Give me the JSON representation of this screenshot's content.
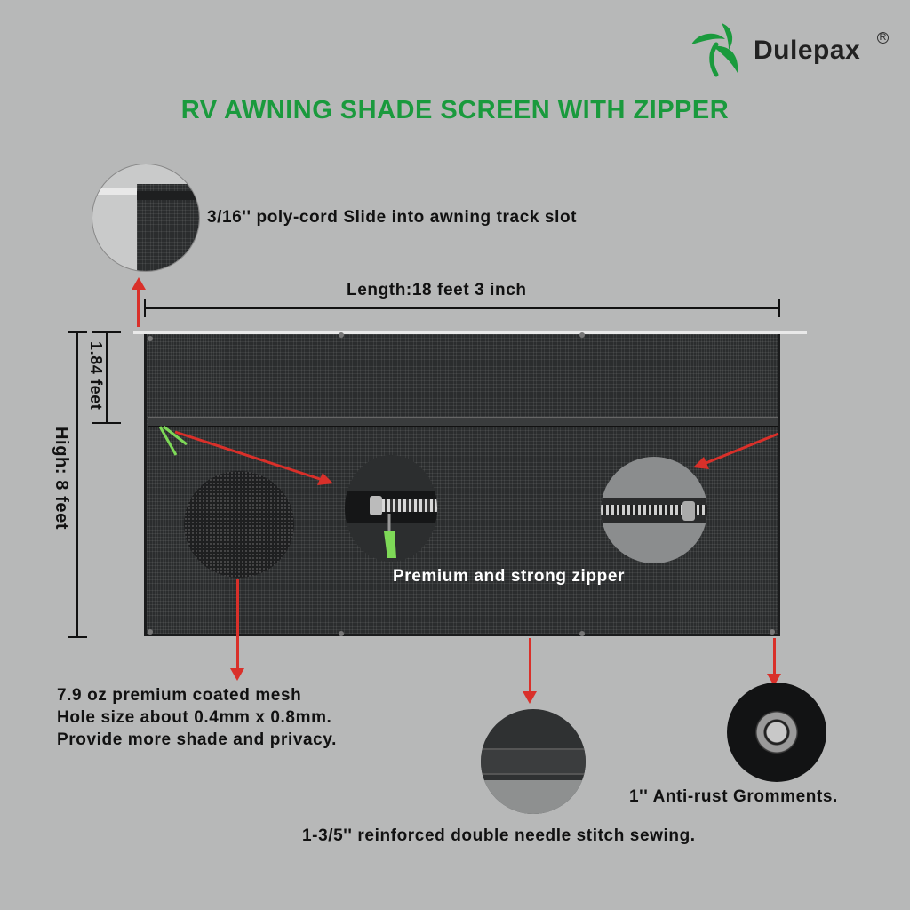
{
  "brand": {
    "name": "Dulepax",
    "reg": "R",
    "logo_icon": "leaf-logo-icon"
  },
  "title": "RV AWNING SHADE SCREEN WITH ZIPPER",
  "dimensions": {
    "length": "Length:18 feet 3 inch",
    "high": "High: 8 feet",
    "top_section": "1.84 feet"
  },
  "callouts": {
    "polycord": "3/16'' poly-cord Slide into awning track slot",
    "zipper": "Premium and strong zipper",
    "mesh_line1": "7.9 oz premium coated mesh",
    "mesh_line2": "Hole size about 0.4mm x 0.8mm.",
    "mesh_line3": "Provide more shade and privacy.",
    "grommets": "1''  Anti-rust Gromments.",
    "stitch": "1-3/5''  reinforced double needle stitch sewing."
  },
  "colors": {
    "title_green": "#1a9a3d",
    "arrow_red": "#d9302a",
    "background": "#b7b8b8",
    "mesh": "#2b2d2e"
  }
}
